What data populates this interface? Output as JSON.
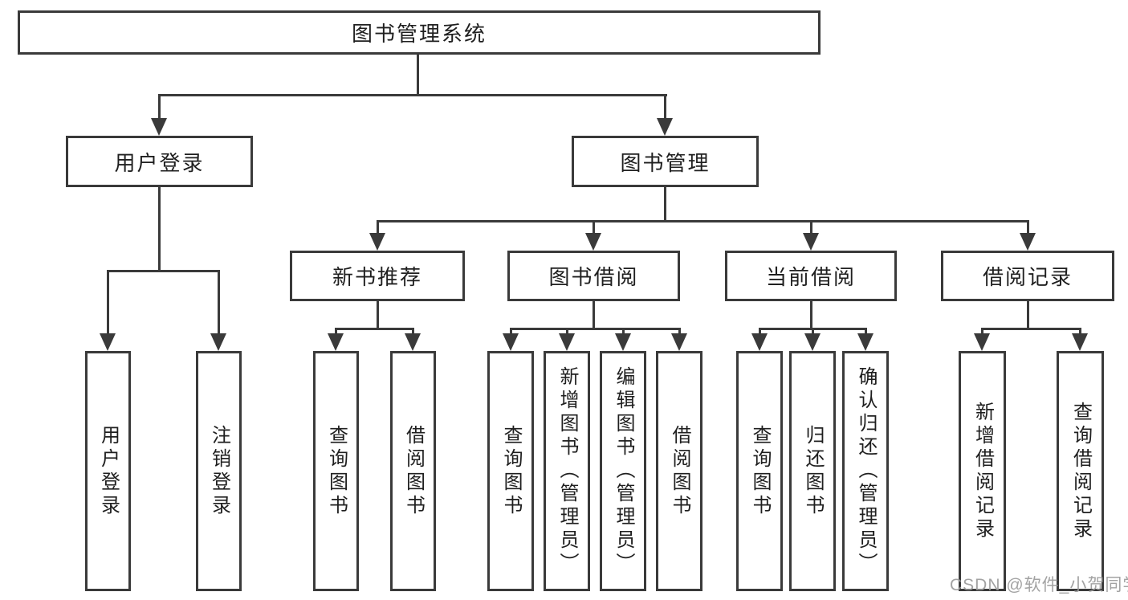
{
  "colors": {
    "line": "#3a3a3a",
    "background": "#ffffff",
    "box_fill": "#ffffff",
    "text": "#1f1f1f",
    "watermark": "#9b9b9b"
  },
  "watermark": {
    "text": "CSDN @软件_小贺同学"
  },
  "tree": {
    "label": "图书管理系统",
    "children": [
      {
        "label": "用户登录",
        "children": [
          {
            "label": "用户登录"
          },
          {
            "label": "注销登录"
          }
        ]
      },
      {
        "label": "图书管理",
        "children": [
          {
            "label": "新书推荐",
            "children": [
              {
                "label": "查询图书"
              },
              {
                "label": "借阅图书"
              }
            ]
          },
          {
            "label": "图书借阅",
            "children": [
              {
                "label": "查询图书"
              },
              {
                "label": "新增图书（管理员）"
              },
              {
                "label": "编辑图书（管理员）"
              },
              {
                "label": "借阅图书"
              }
            ]
          },
          {
            "label": "当前借阅",
            "children": [
              {
                "label": "查询图书"
              },
              {
                "label": "归还图书"
              },
              {
                "label": "确认归还（管理员）"
              }
            ]
          },
          {
            "label": "借阅记录",
            "children": [
              {
                "label": "新增借阅记录"
              },
              {
                "label": "查询借阅记录"
              }
            ]
          }
        ]
      }
    ]
  }
}
